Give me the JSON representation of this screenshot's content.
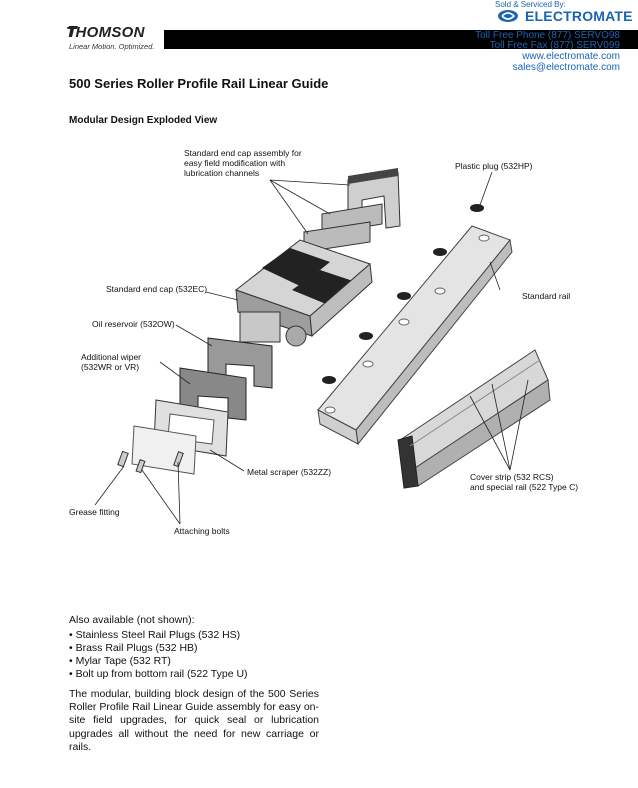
{
  "header": {
    "brand": "THOMSON",
    "tagline": "Linear Motion. Optimized.",
    "distributor": {
      "sold_by": "Sold & Serviced By:",
      "name": "ELECTROMATE",
      "phone": "Toll Free Phone (877) SERVO98",
      "fax": "Toll Free Fax (877) SERV099",
      "website": "www.electromate.com",
      "email": "sales@electromate.com",
      "accent": "#1a64b4"
    }
  },
  "page": {
    "title": "500 Series Roller Profile Rail Linear Guide",
    "subtitle": "Modular Design Exploded View"
  },
  "diagram": {
    "callouts": {
      "end_cap_assembly": "Standard end cap assembly for\neasy field modification with\nlubrication channels",
      "plastic_plug": "Plastic plug (532HP)",
      "standard_end_cap": "Standard end cap (532EC)",
      "standard_rail": "Standard rail",
      "oil_reservoir": "Oil reservoir (532OW)",
      "additional_wiper": "Additional wiper\n(532WR or VR)",
      "metal_scraper": "Metal scraper (532ZZ)",
      "cover_strip": "Cover strip (532 RCS)\nand special rail (522 Type C)",
      "grease_fitting": "Grease fitting",
      "attaching_bolts": "Attaching bolts"
    }
  },
  "also_available": {
    "heading": "Also available (not shown):",
    "items": [
      "Stainless Steel Rail Plugs (532 HS)",
      "Brass Rail Plugs (532 HB)",
      "Mylar Tape (532 RT)",
      "Bolt up from bottom rail (522 Type U)"
    ]
  },
  "description": "The modular, building block design of the 500 Series Roller Profile Rail Linear Guide assembly for easy on-site field upgrades, for quick seal or lubrication upgrades all without the need for new carriage or rails."
}
